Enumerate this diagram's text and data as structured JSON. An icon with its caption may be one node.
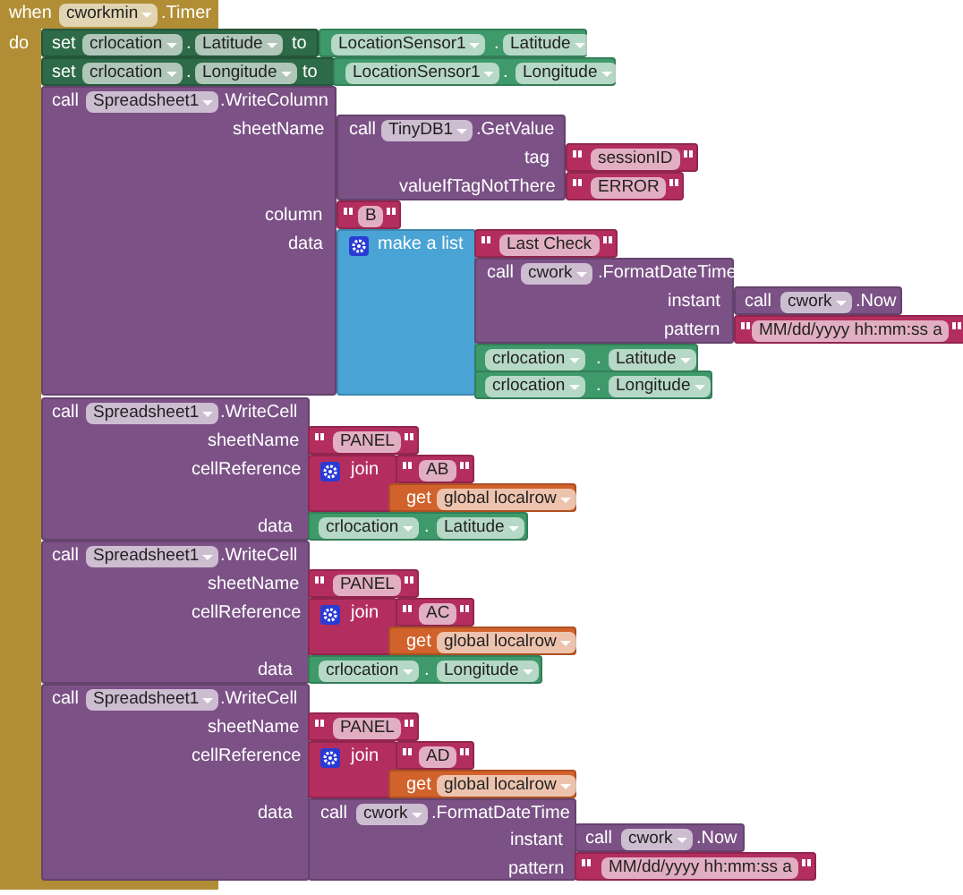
{
  "diagram": {
    "nodes": [
      {
        "text": [
          "when",
          ".Timer",
          "do"
        ]
      },
      {
        "text": [
          "cworkmin"
        ],
        "in": 0
      },
      {
        "text": [
          "set",
          ".",
          "to"
        ],
        "in": 0
      },
      {
        "text": [
          "crlocation"
        ],
        "in": 2
      },
      {
        "text": [
          "Latitude"
        ],
        "in": 2
      },
      {
        "text": [
          "."
        ]
      },
      {
        "text": [
          "LocationSensor1"
        ],
        "in": 5
      },
      {
        "text": [
          "Latitude"
        ],
        "in": 5
      },
      {
        "text": [
          "set",
          ".",
          "to"
        ],
        "in": 0
      },
      {
        "text": [
          "crlocation"
        ],
        "in": 8
      },
      {
        "text": [
          "Longitude"
        ],
        "in": 8
      },
      {
        "text": [
          "."
        ]
      },
      {
        "text": [
          "LocationSensor1"
        ],
        "in": 11
      },
      {
        "text": [
          "Longitude"
        ],
        "in": 11
      },
      {
        "text": [
          "call",
          ".WriteColumn",
          "sheetName",
          "column",
          "data"
        ],
        "in": 0
      },
      {
        "text": [
          "Spreadsheet1"
        ],
        "in": 14
      },
      {
        "text": [
          "call",
          ".GetValue",
          "tag",
          "valueIfTagNotThere"
        ]
      },
      {
        "text": [
          "TinyDB1"
        ],
        "in": 16
      },
      {
        "text": [],
        "shape": "box"
      },
      {
        "text": [
          "sessionID"
        ],
        "in": 18
      },
      {
        "text": [],
        "shape": "box"
      },
      {
        "text": [
          "ERROR"
        ],
        "in": 20
      },
      {
        "text": [],
        "shape": "box"
      },
      {
        "text": [
          "B"
        ],
        "in": 22
      },
      {
        "text": [
          "make a list"
        ]
      },
      {
        "text": [],
        "shape": "box"
      },
      {
        "text": [
          "Last Check"
        ],
        "in": 25
      },
      {
        "text": [
          "call",
          ".FormatDateTime",
          "instant",
          "pattern"
        ]
      },
      {
        "text": [
          "cwork"
        ],
        "in": 27
      },
      {
        "text": [
          "call",
          ".Now"
        ]
      },
      {
        "text": [
          "cwork"
        ],
        "in": 29
      },
      {
        "text": [],
        "shape": "box"
      },
      {
        "text": [
          "MM/dd/yyyy hh:mm:ss a"
        ],
        "in": 31
      },
      {
        "text": [
          "."
        ]
      },
      {
        "text": [
          "crlocation"
        ],
        "in": 33
      },
      {
        "text": [
          "Latitude"
        ],
        "in": 33
      },
      {
        "text": [
          "."
        ]
      },
      {
        "text": [
          "crlocation"
        ],
        "in": 36
      },
      {
        "text": [
          "Longitude"
        ],
        "in": 36
      },
      {
        "text": [
          "call",
          ".WriteCell",
          "sheetName",
          "cellReference",
          "data"
        ],
        "in": 0
      },
      {
        "text": [
          "Spreadsheet1"
        ],
        "in": 39
      },
      {
        "text": [],
        "shape": "box"
      },
      {
        "text": [
          "PANEL"
        ],
        "in": 41
      },
      {
        "text": [
          "join"
        ]
      },
      {
        "text": [],
        "shape": "box"
      },
      {
        "text": [
          "AB"
        ],
        "in": 44
      },
      {
        "text": [
          "get"
        ]
      },
      {
        "text": [
          "global localrow"
        ],
        "in": 46
      },
      {
        "text": [
          "."
        ]
      },
      {
        "text": [
          "crlocation"
        ],
        "in": 48
      },
      {
        "text": [
          "Latitude"
        ],
        "in": 48
      },
      {
        "text": [
          "call",
          ".WriteCell",
          "sheetName",
          "cellReference",
          "data"
        ],
        "in": 0
      },
      {
        "text": [
          "Spreadsheet1"
        ],
        "in": 51
      },
      {
        "text": [],
        "shape": "box"
      },
      {
        "text": [
          "PANEL"
        ],
        "in": 53
      },
      {
        "text": [
          "join"
        ]
      },
      {
        "text": [],
        "shape": "box"
      },
      {
        "text": [
          "AC"
        ],
        "in": 56
      },
      {
        "text": [
          "get"
        ]
      },
      {
        "text": [
          "global localrow"
        ],
        "in": 58
      },
      {
        "text": [
          "."
        ]
      },
      {
        "text": [
          "crlocation"
        ],
        "in": 60
      },
      {
        "text": [
          "Longitude"
        ],
        "in": 60
      },
      {
        "text": [
          "call",
          ".WriteCell",
          "sheetName",
          "cellReference",
          "data"
        ],
        "in": 0
      },
      {
        "text": [
          "Spreadsheet1"
        ],
        "in": 63
      },
      {
        "text": [],
        "shape": "box"
      },
      {
        "text": [
          "PANEL"
        ],
        "in": 65
      },
      {
        "text": [
          "join"
        ]
      },
      {
        "text": [],
        "shape": "box"
      },
      {
        "text": [
          "AD"
        ],
        "in": 68
      },
      {
        "text": [
          "get"
        ]
      },
      {
        "text": [
          "global localrow"
        ],
        "in": 70
      },
      {
        "text": [
          "call",
          ".FormatDateTime",
          "instant",
          "pattern"
        ]
      },
      {
        "text": [
          "cwork"
        ],
        "in": 72
      },
      {
        "text": [
          "call",
          ".Now"
        ]
      },
      {
        "text": [
          "cwork"
        ],
        "in": 74
      },
      {
        "text": [],
        "shape": "box"
      },
      {
        "text": [
          "MM/dd/yyyy hh:mm:ss a"
        ],
        "in": 76
      }
    ]
  }
}
